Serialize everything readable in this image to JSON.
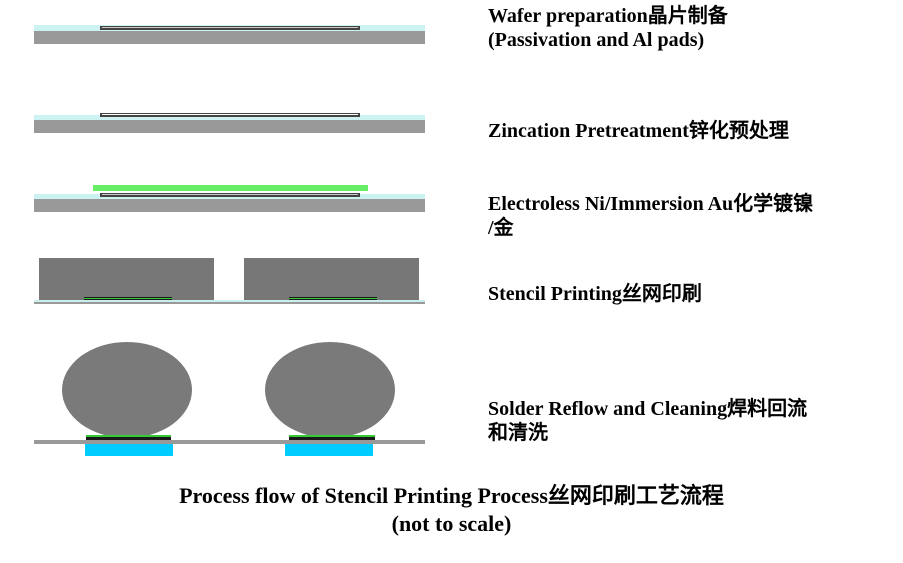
{
  "steps": [
    {
      "line1": "Wafer preparation晶片制备",
      "line2": "(Passivation and Al pads)"
    },
    {
      "line1": "Zincation Pretreatment锌化预处理",
      "line2": ""
    },
    {
      "line1": "Electroless Ni/Immersion Au化学镀镍",
      "line2": "/金"
    },
    {
      "line1": "Stencil Printing丝网印刷",
      "line2": ""
    },
    {
      "line1": "Solder Reflow and Cleaning焊料回流",
      "line2": "和清洗"
    }
  ],
  "caption": {
    "line1": "Process flow of Stencil Printing Process丝网印刷工艺流程",
    "line2": "(not to scale)"
  },
  "colors": {
    "substrate": "#999999",
    "passivation": "#ccf2f2",
    "pad_dark": "#444444",
    "pad_highlight": "#c8c8c8",
    "ubm_green": "#66ee66",
    "stencil_gray": "#777777",
    "solder_gray": "#7a7a7a",
    "green_line": "#33cc33",
    "cyan_pad": "#00ccff",
    "thin_cyan": "#c8eeee"
  }
}
